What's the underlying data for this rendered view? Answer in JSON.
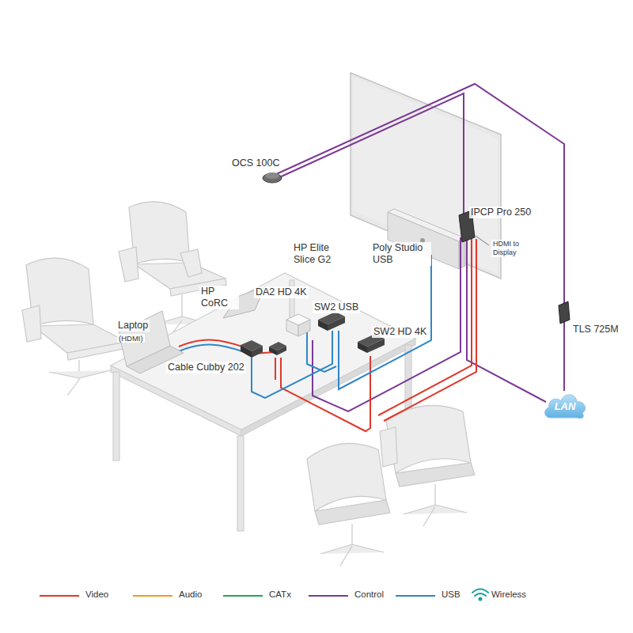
{
  "diagram": {
    "nodes": [
      {
        "text": [
          "LAN"
        ]
      }
    ],
    "labels": [
      "OCS 100C",
      "IPCP Pro 250",
      "HDMI to Display",
      "Poly Studio USB",
      "HP Elite Slice G2",
      "HP CoRC",
      "DA2 HD 4K",
      "SW2 USB",
      "SW2 HD 4K",
      "Laptop",
      "(HDMI)",
      "Cable Cubby 202",
      "TLS 725M"
    ],
    "legend": [
      {
        "text": "Video",
        "color": "#e0382b"
      },
      {
        "text": "Audio",
        "color": "#f39a1e"
      },
      {
        "text": "CATx",
        "color": "#22a652"
      },
      {
        "text": "Control",
        "color": "#7b3a94"
      },
      {
        "text": "USB",
        "color": "#2f86c8"
      },
      {
        "text": "Wireless"
      }
    ]
  }
}
